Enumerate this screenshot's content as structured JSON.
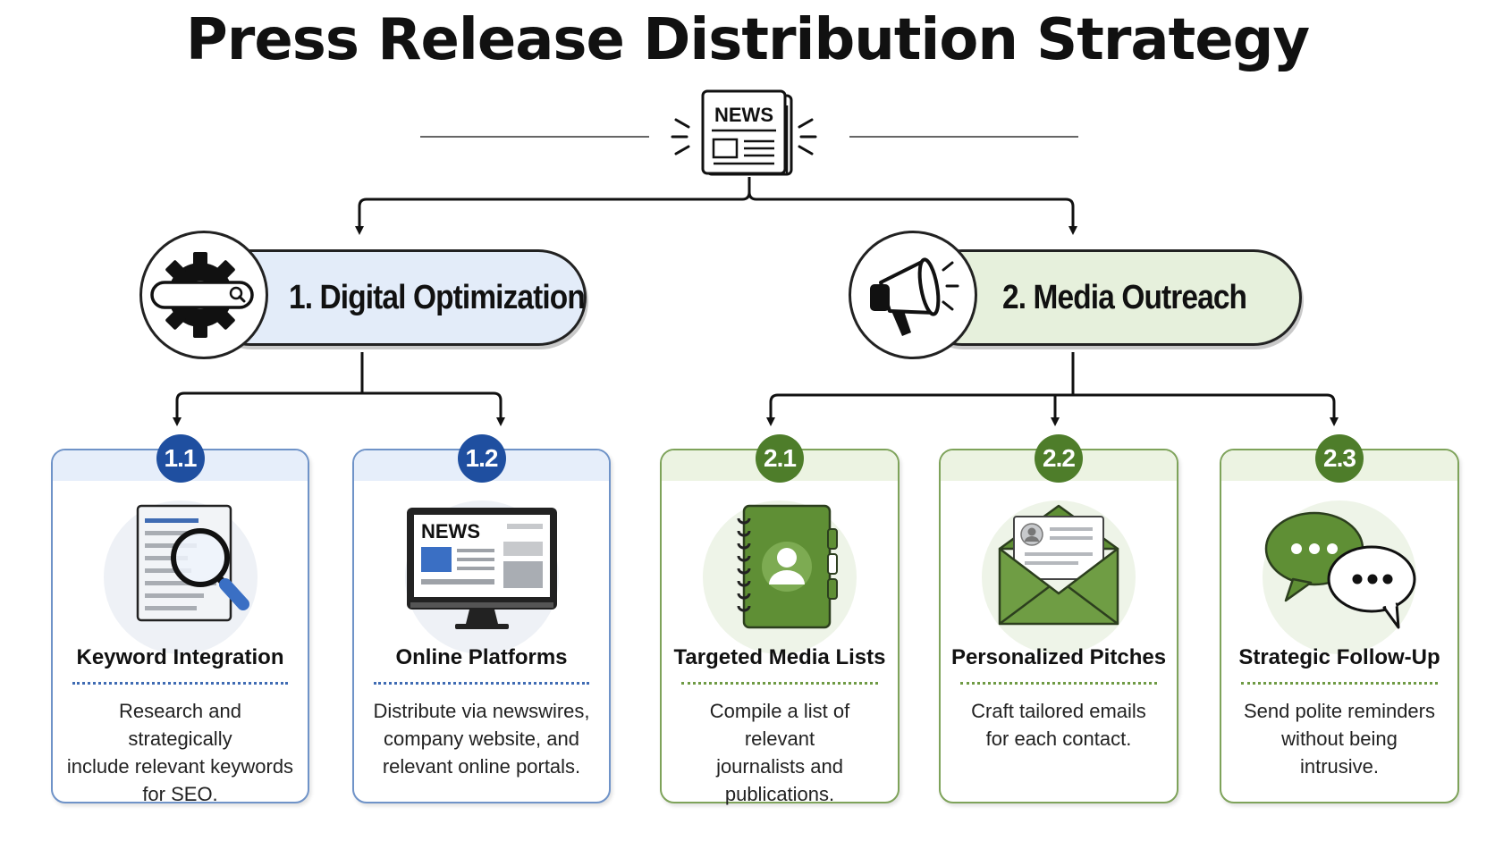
{
  "title": "Press Release Distribution Strategy",
  "header_icon": {
    "name": "newspaper-icon",
    "label": "NEWS"
  },
  "branches": [
    {
      "label": "1. Digital Optimization",
      "icon": "gear-search-icon",
      "accent": "#e3ecf9"
    },
    {
      "label": "2. Media Outreach",
      "icon": "megaphone-icon",
      "accent": "#e6f0dc"
    }
  ],
  "cards": [
    {
      "badge": "1.1",
      "title": "Keyword Integration",
      "lines": [
        "Research and strategically",
        "include relevant keywords",
        "for SEO."
      ],
      "icon": "document-magnifier-icon",
      "theme": "blue"
    },
    {
      "badge": "1.2",
      "title": "Online Platforms",
      "lines": [
        "Distribute via newswires,",
        "company website, and",
        "relevant online portals."
      ],
      "icon": "monitor-news-icon",
      "monitor_label": "NEWS",
      "theme": "blue"
    },
    {
      "badge": "2.1",
      "title": "Targeted Media Lists",
      "lines": [
        "Compile a list of relevant",
        "journalists and",
        "publications."
      ],
      "icon": "contact-book-icon",
      "theme": "green"
    },
    {
      "badge": "2.2",
      "title": "Personalized Pitches",
      "lines": [
        "Craft tailored emails",
        "for each contact."
      ],
      "icon": "envelope-icon",
      "theme": "green"
    },
    {
      "badge": "2.3",
      "title": "Strategic Follow-Up",
      "lines": [
        "Send polite reminders",
        "without being",
        "intrusive."
      ],
      "icon": "chat-bubbles-icon",
      "theme": "green"
    }
  ],
  "colors": {
    "blue_dark": "#1f4fa0",
    "green_dark": "#4e7d2a",
    "blue_light": "#e3ecf9",
    "green_light": "#e6f0dc"
  }
}
